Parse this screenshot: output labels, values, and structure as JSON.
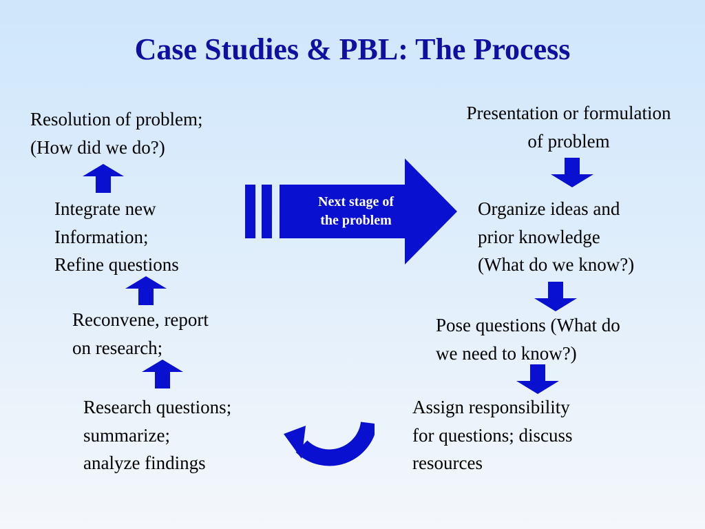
{
  "title": "Case Studies & PBL: The Process",
  "steps": {
    "presentation": [
      "Presentation or formulation",
      "of problem"
    ],
    "organize": [
      "Organize ideas and",
      "prior knowledge",
      "(What do we know?)"
    ],
    "pose": [
      "Pose questions (What do",
      "we need to know?)"
    ],
    "assign": [
      "Assign responsibility",
      "for questions; discuss",
      "resources"
    ],
    "research": [
      "Research questions;",
      "summarize;",
      "analyze findings"
    ],
    "reconvene": [
      "Reconvene, report",
      "on research;"
    ],
    "integrate": [
      "Integrate new",
      "Information;",
      "Refine questions"
    ],
    "resolution": [
      "Resolution of problem;",
      "(How did we do?)"
    ]
  },
  "next_stage": [
    "Next stage of",
    "the problem"
  ],
  "icons": {
    "down": "down-arrow-icon",
    "up": "up-arrow-icon",
    "loop": "loop-arrow-icon",
    "next": "next-stage-arrow-icon"
  },
  "colors": {
    "accent": "#0a10d0",
    "title": "#1010a0"
  }
}
